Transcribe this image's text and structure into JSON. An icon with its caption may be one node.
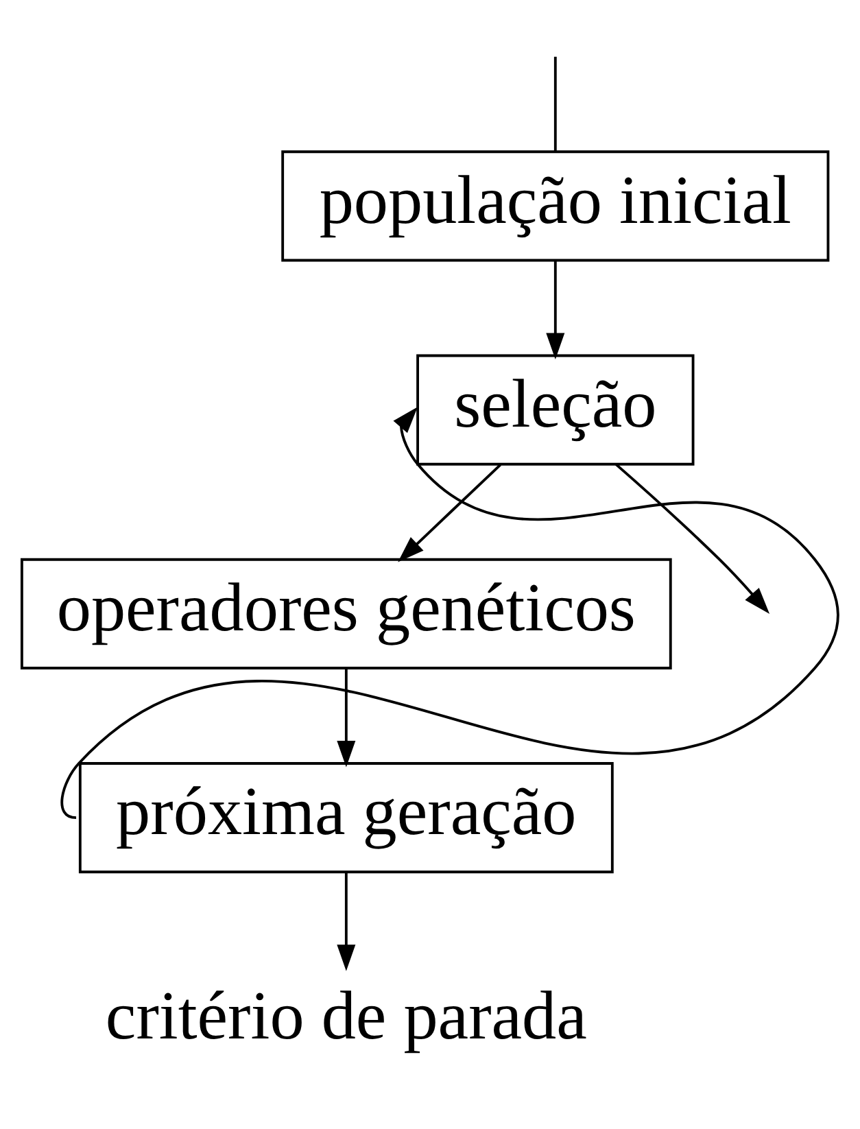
{
  "diagram": {
    "nodes": [
      {
        "text": [
          "população inicial"
        ]
      },
      {
        "text": [
          "seleção"
        ]
      },
      {
        "text": [
          "operadores genéticos"
        ]
      },
      {
        "text": [
          "próxima geração"
        ]
      },
      {
        "text": [
          "critério de parada"
        ]
      }
    ],
    "edges": [
      {
        "from": null,
        "to": 0,
        "arrow": "none"
      },
      {
        "from": 0,
        "to": 1,
        "arrow": "to"
      },
      {
        "from": 1,
        "to": 2,
        "arrow": "to"
      },
      {
        "from": 2,
        "to": 3,
        "arrow": "to"
      },
      {
        "from": 3,
        "to": 4,
        "arrow": "to"
      },
      {
        "from": 3,
        "to": 1,
        "arrow": "to"
      },
      {
        "from": 1,
        "to": null,
        "arrow": "to"
      }
    ]
  }
}
